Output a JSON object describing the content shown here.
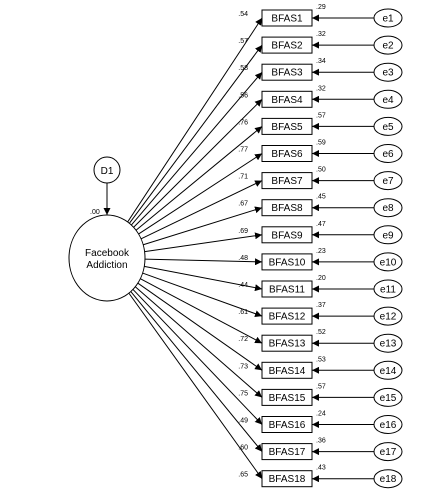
{
  "latent": {
    "factor_line1": "Facebook",
    "factor_line2": "Addiction",
    "disturbance": "D1",
    "disturbance_loading": ".00"
  },
  "items": [
    {
      "indicator": "BFAS1",
      "error": "e1",
      "loading": ".54",
      "error_loading": ".29"
    },
    {
      "indicator": "BFAS2",
      "error": "e2",
      "loading": ".57",
      "error_loading": ".32"
    },
    {
      "indicator": "BFAS3",
      "error": "e3",
      "loading": ".58",
      "error_loading": ".34"
    },
    {
      "indicator": "BFAS4",
      "error": "e4",
      "loading": ".56",
      "error_loading": ".32"
    },
    {
      "indicator": "BFAS5",
      "error": "e5",
      "loading": ".76",
      "error_loading": ".57"
    },
    {
      "indicator": "BFAS6",
      "error": "e6",
      "loading": ".77",
      "error_loading": ".59"
    },
    {
      "indicator": "BFAS7",
      "error": "e7",
      "loading": ".71",
      "error_loading": ".50"
    },
    {
      "indicator": "BFAS8",
      "error": "e8",
      "loading": ".67",
      "error_loading": ".45"
    },
    {
      "indicator": "BFAS9",
      "error": "e9",
      "loading": ".69",
      "error_loading": ".47"
    },
    {
      "indicator": "BFAS10",
      "error": "e10",
      "loading": ".48",
      "error_loading": ".23"
    },
    {
      "indicator": "BFAS11",
      "error": "e11",
      "loading": ".44",
      "error_loading": ".20"
    },
    {
      "indicator": "BFAS12",
      "error": "e12",
      "loading": ".61",
      "error_loading": ".37"
    },
    {
      "indicator": "BFAS13",
      "error": "e13",
      "loading": ".72",
      "error_loading": ".52"
    },
    {
      "indicator": "BFAS14",
      "error": "e14",
      "loading": ".73",
      "error_loading": ".53"
    },
    {
      "indicator": "BFAS15",
      "error": "e15",
      "loading": ".75",
      "error_loading": ".57"
    },
    {
      "indicator": "BFAS16",
      "error": "e16",
      "loading": ".49",
      "error_loading": ".24"
    },
    {
      "indicator": "BFAS17",
      "error": "e17",
      "loading": ".60",
      "error_loading": ".36"
    },
    {
      "indicator": "BFAS18",
      "error": "e18",
      "loading": ".65",
      "error_loading": ".43"
    }
  ]
}
